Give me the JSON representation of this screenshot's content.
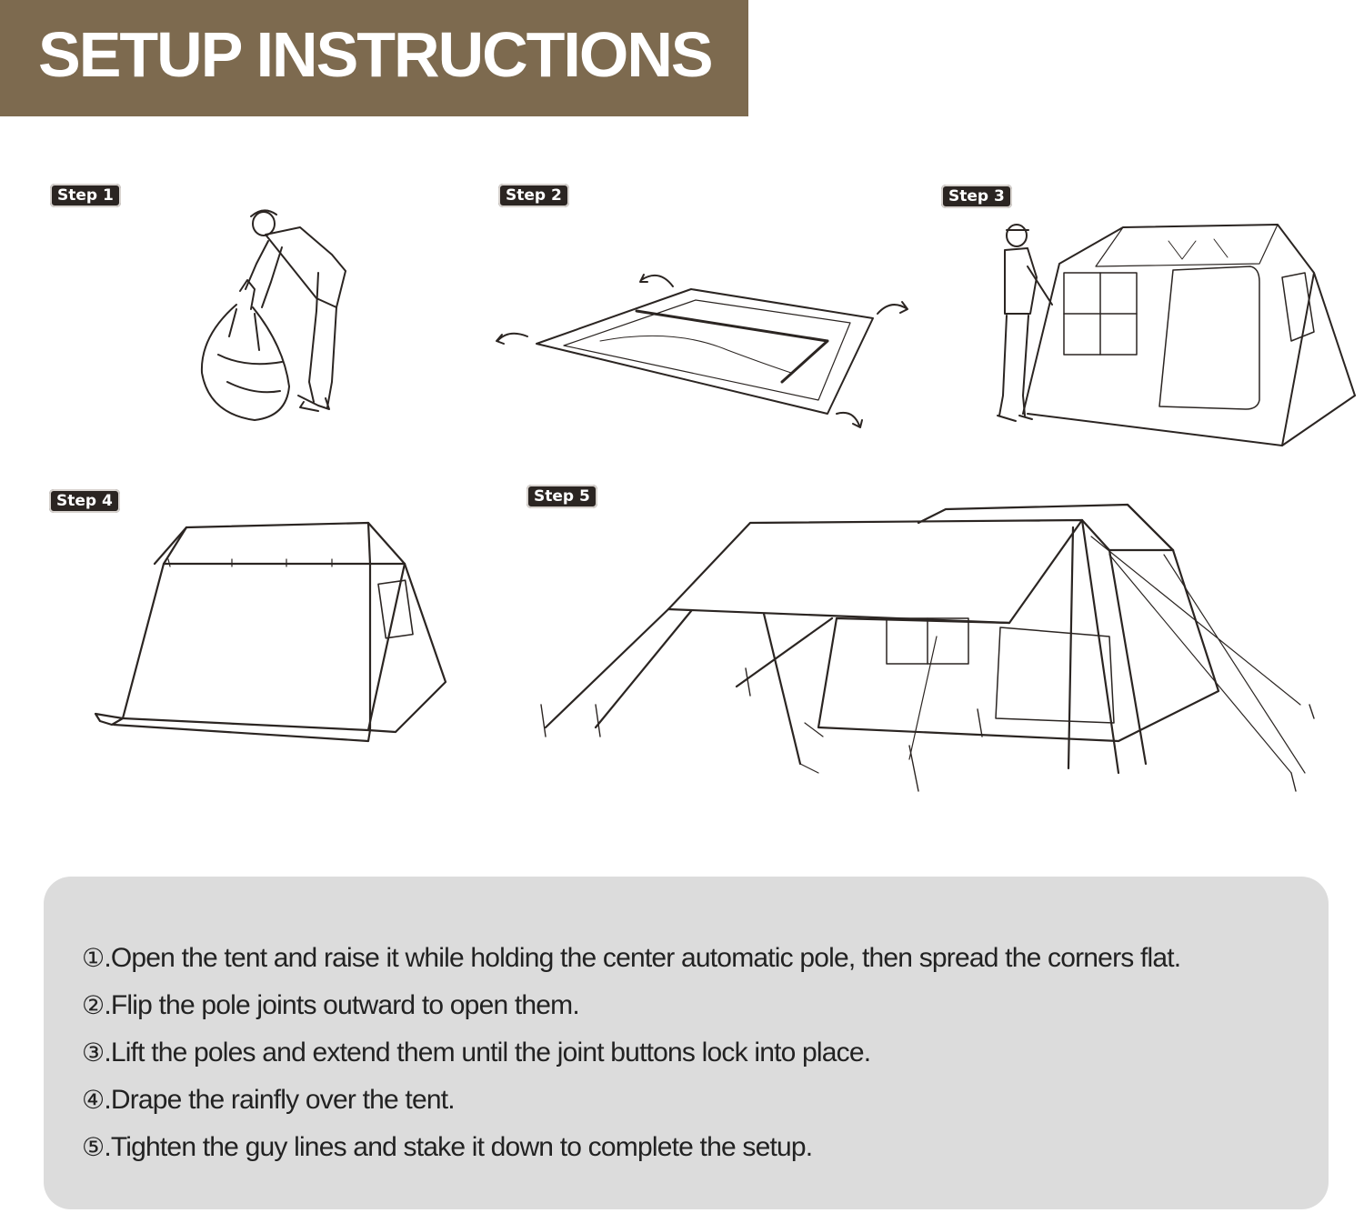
{
  "header": {
    "title": "SETUP INSTRUCTIONS",
    "bg_color": "#7d6a4f"
  },
  "steps": [
    {
      "label": "Step 1",
      "illustration": "person-unpacking-bag"
    },
    {
      "label": "Step 2",
      "illustration": "flat-tent-corners-spread"
    },
    {
      "label": "Step 3",
      "illustration": "person-raising-tent"
    },
    {
      "label": "Step 4",
      "illustration": "raised-tent"
    },
    {
      "label": "Step 5",
      "illustration": "tent-with-rainfly-and-guy-lines"
    }
  ],
  "instructions": [
    {
      "num": "①",
      "text": ".Open the tent and raise it while holding the center automatic pole, then spread the corners flat."
    },
    {
      "num": "②",
      "text": ".Flip the pole joints outward to open them."
    },
    {
      "num": "③",
      "text": ".Lift the poles and extend them until the joint buttons lock into place."
    },
    {
      "num": "④",
      "text": ".Drape the rainfly over the tent."
    },
    {
      "num": "⑤",
      "text": ".Tighten the guy lines and stake it down to complete the setup."
    }
  ],
  "colors": {
    "panel_bg": "#dcdcdc",
    "badge_bg": "#2b2522",
    "text": "#222222"
  }
}
